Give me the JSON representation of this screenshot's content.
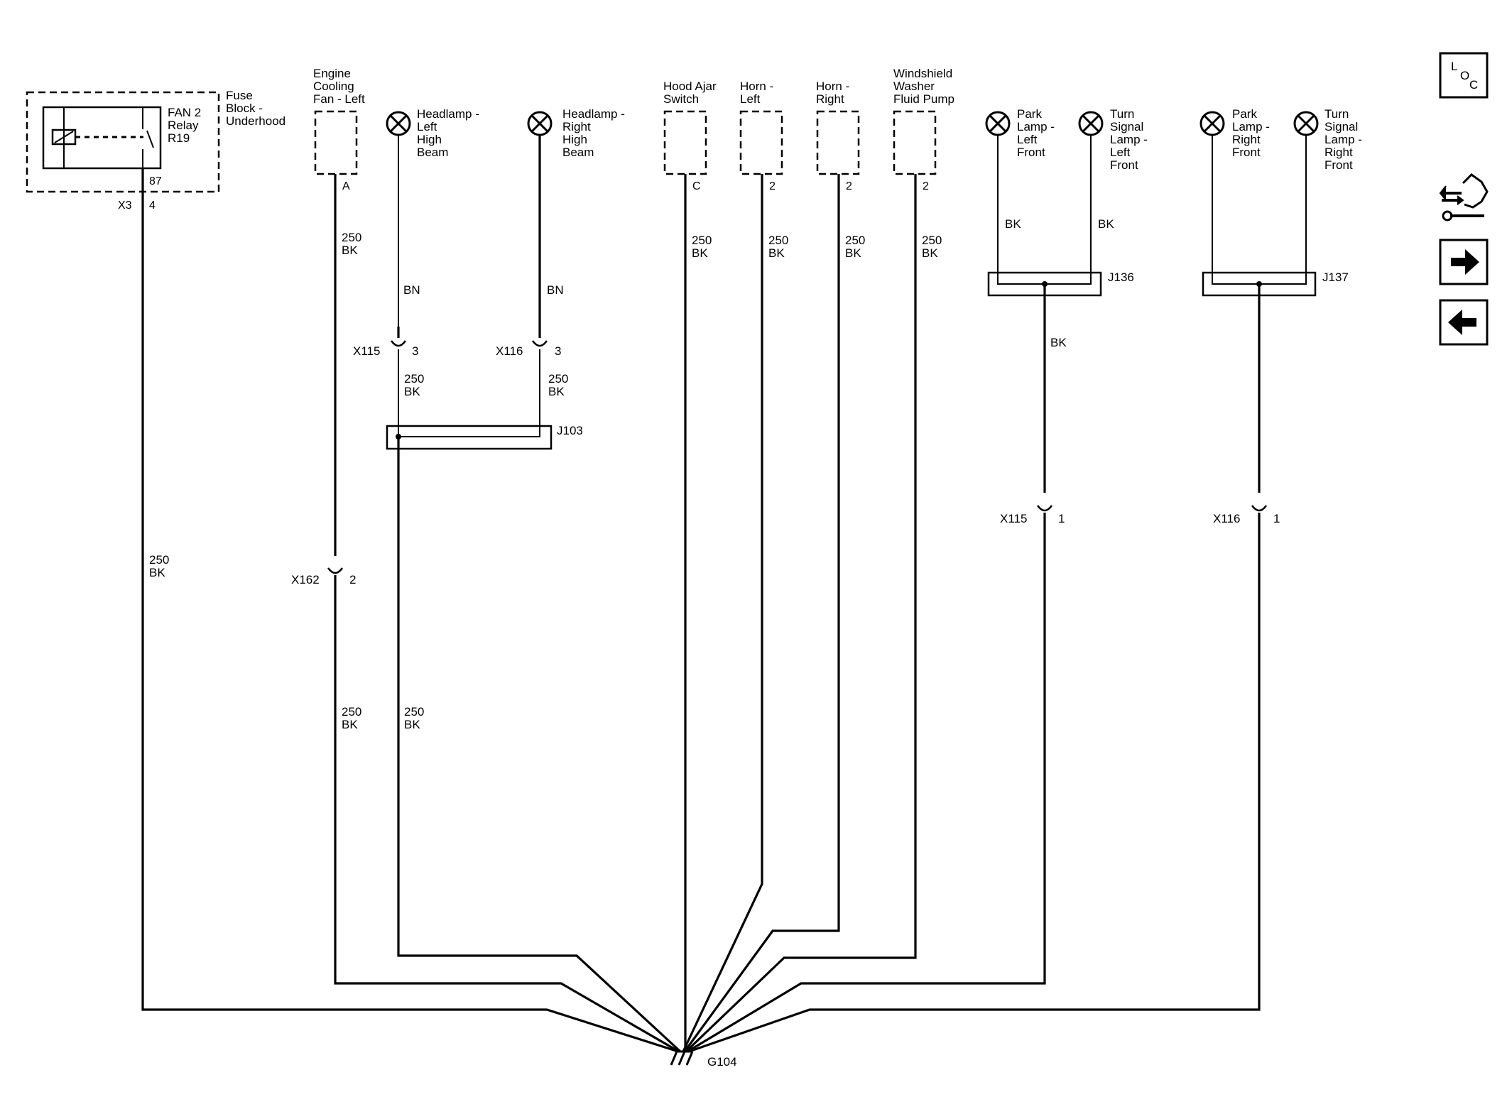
{
  "fuse_block": {
    "label_lines": [
      "Fuse",
      "Block -",
      "Underhood"
    ],
    "relay_lines": [
      "FAN 2",
      "Relay",
      "R19"
    ],
    "pin_87": "87",
    "connector": "X3",
    "pin": "4",
    "wire_gauge": "250",
    "wire_color": "BK"
  },
  "engine_fan": {
    "label_lines": [
      "Engine",
      "Cooling",
      "Fan - Left"
    ],
    "pin": "A",
    "wire_gauge": "250",
    "wire_color": "BK",
    "inline_connector": "X162",
    "inline_pin": "2",
    "wire_gauge_lower": "250",
    "wire_color_lower": "BK"
  },
  "headlamp_left": {
    "label_lines": [
      "Headlamp -",
      "Left",
      "High",
      "Beam"
    ],
    "wire_color": "BN",
    "inline_connector": "X115",
    "inline_pin": "3",
    "wire_gauge": "250",
    "wire_color_lower": "BK",
    "wire_gauge_bottom": "250",
    "wire_color_bottom": "BK"
  },
  "headlamp_right": {
    "label_lines": [
      "Headlamp -",
      "Right",
      "High",
      "Beam"
    ],
    "wire_color": "BN",
    "inline_connector": "X116",
    "inline_pin": "3",
    "wire_gauge": "250",
    "wire_color_lower": "BK"
  },
  "splice_j103": "J103",
  "hood_ajar": {
    "label_lines": [
      "Hood Ajar",
      "Switch"
    ],
    "pin": "C",
    "wire_gauge": "250",
    "wire_color": "BK"
  },
  "horn_left": {
    "label_lines": [
      "Horn -",
      "Left"
    ],
    "pin": "2",
    "wire_gauge": "250",
    "wire_color": "BK"
  },
  "horn_right": {
    "label_lines": [
      "Horn -",
      "Right"
    ],
    "pin": "2",
    "wire_gauge": "250",
    "wire_color": "BK"
  },
  "washer_pump": {
    "label_lines": [
      "Windshield",
      "Washer",
      "Fluid Pump"
    ],
    "pin": "2",
    "wire_gauge": "250",
    "wire_color": "BK"
  },
  "park_left": {
    "label_lines": [
      "Park",
      "Lamp -",
      "Left",
      "Front"
    ],
    "wire_color": "BK"
  },
  "turn_left": {
    "label_lines": [
      "Turn",
      "Signal",
      "Lamp -",
      "Left",
      "Front"
    ],
    "wire_color": "BK"
  },
  "splice_j136": "J136",
  "j136_wire_color": "BK",
  "x115_lower": {
    "connector": "X115",
    "pin": "1"
  },
  "park_right": {
    "label_lines": [
      "Park",
      "Lamp -",
      "Right",
      "Front"
    ]
  },
  "turn_right": {
    "label_lines": [
      "Turn",
      "Signal",
      "Lamp -",
      "Right",
      "Front"
    ]
  },
  "splice_j137": "J137",
  "x116_lower": {
    "connector": "X116",
    "pin": "1"
  },
  "ground": "G104",
  "nav": {
    "loc_letters": [
      "L",
      "O",
      "C"
    ]
  }
}
